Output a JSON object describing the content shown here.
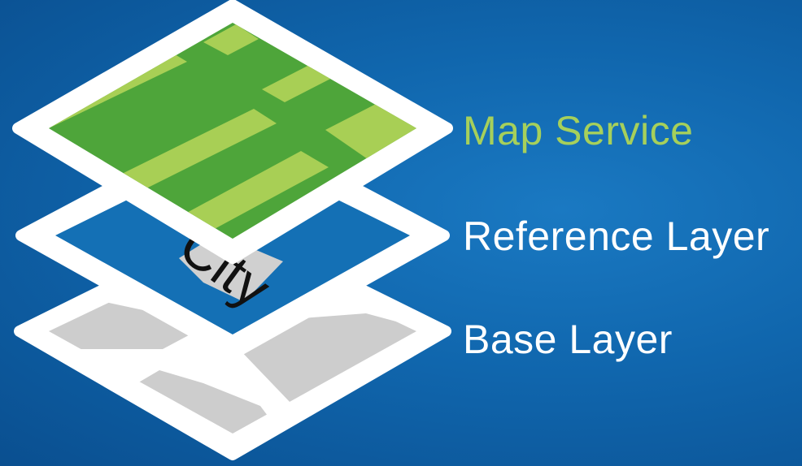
{
  "diagram": {
    "colors": {
      "map_service_label": "#a6d05b",
      "layer_label": "#ffffff",
      "panel_border": "#ffffff",
      "map_dark_green": "#4ea53a",
      "map_light_green": "#a8cf55",
      "base_gray": "#cdcdcd",
      "city_text": "#111111"
    },
    "layers": [
      {
        "id": "map-service",
        "label": "Map Service"
      },
      {
        "id": "reference-layer",
        "label": "Reference Layer"
      },
      {
        "id": "base-layer",
        "label": "Base Layer"
      }
    ],
    "reference_text": "City"
  }
}
